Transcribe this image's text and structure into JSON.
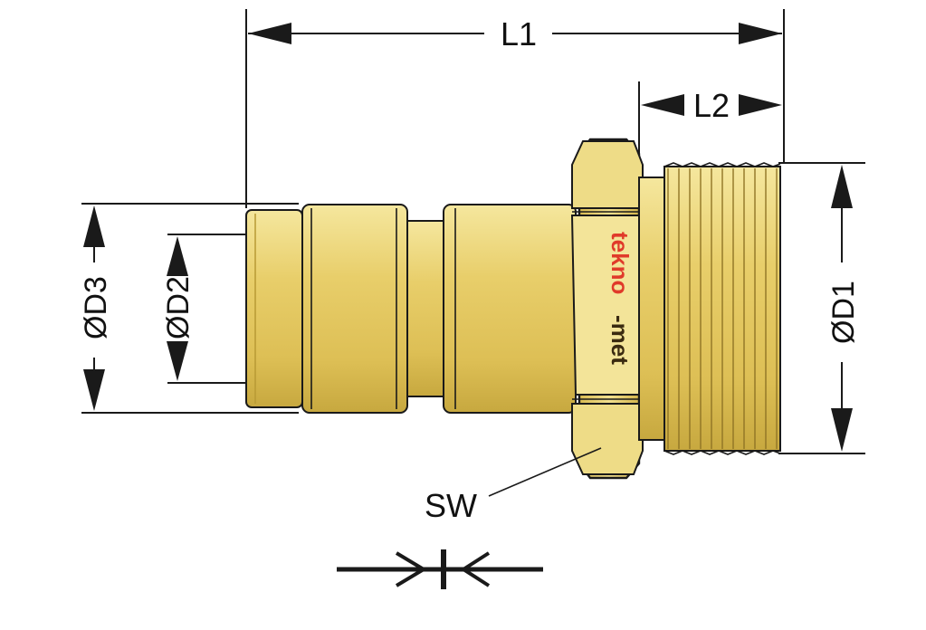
{
  "labels": {
    "l1": "L1",
    "l2": "L2",
    "d1": "ØD1",
    "d2": "ØD2",
    "d3": "ØD3",
    "sw": "SW"
  },
  "brand": {
    "red_part": "tekno",
    "dark_part": "-met"
  },
  "colors": {
    "brass": "#E3C65E",
    "brass_light": "#F2E28F",
    "brass_dark": "#B89A34",
    "outline": "#1A1A1A",
    "brand_red": "#E03A2A"
  },
  "icons": {
    "coupling_symbol": "coupling-symbol-icon"
  }
}
